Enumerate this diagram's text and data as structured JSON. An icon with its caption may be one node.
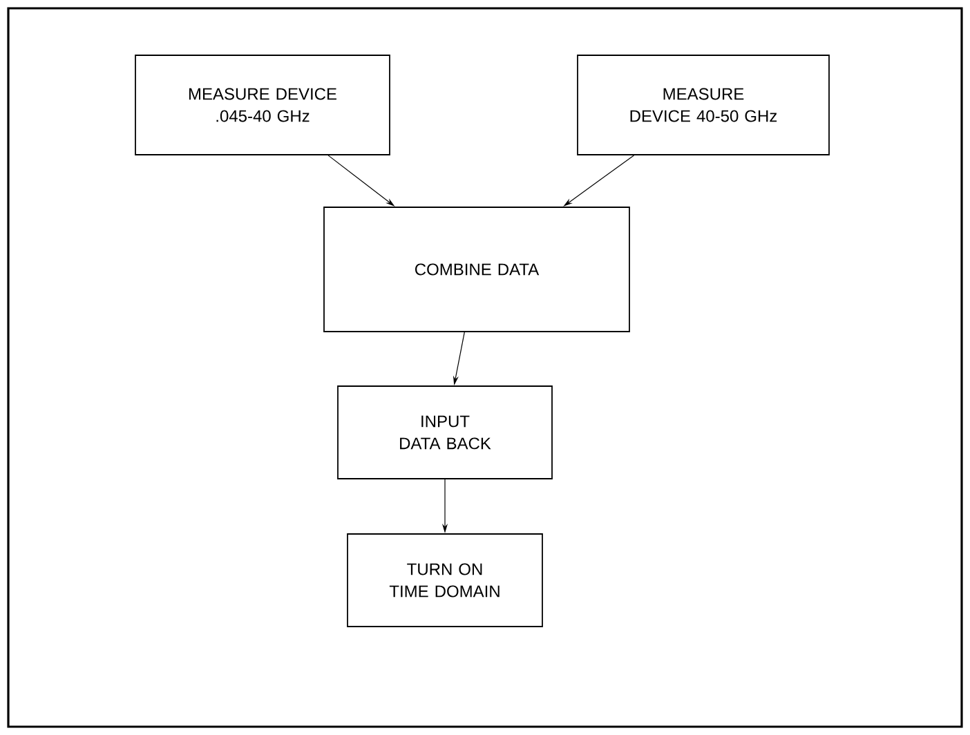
{
  "diagram": {
    "nodes": [
      {
        "text": [
          "MEASURE DEVICE .045-40 GHz"
        ]
      },
      {
        "text": [
          "MEASURE DEVICE 40-50 GHz"
        ]
      },
      {
        "text": [
          "COMBINE DATA"
        ]
      },
      {
        "text": [
          "INPUT DATA BACK"
        ]
      },
      {
        "text": [
          "TURN ON TIME DOMAIN"
        ]
      }
    ],
    "edges": [
      {
        "from": 0,
        "to": 2,
        "arrow": "to"
      },
      {
        "from": 1,
        "to": 2,
        "arrow": "to"
      },
      {
        "from": 2,
        "to": 3,
        "arrow": "to"
      },
      {
        "from": 3,
        "to": 4,
        "arrow": "to"
      }
    ]
  }
}
